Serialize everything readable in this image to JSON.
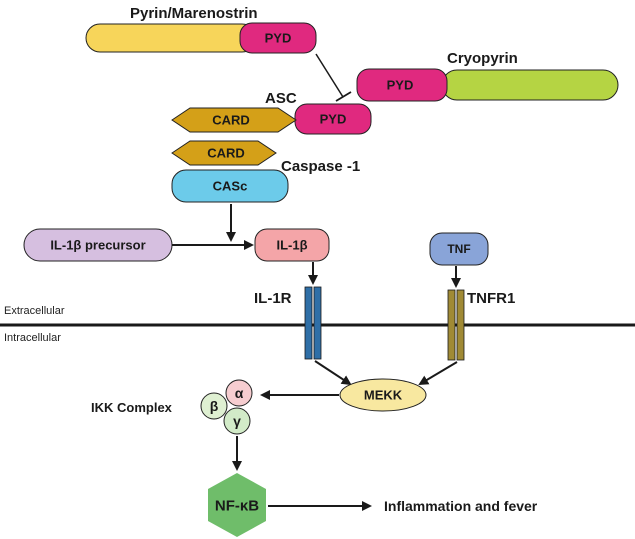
{
  "labels": {
    "pyrin": "Pyrin/Marenostrin",
    "cryopyrin": "Cryopyrin",
    "asc": "ASC",
    "caspase1": "Caspase -1",
    "il1r": "IL-1R",
    "tnfr1": "TNFR1",
    "extracellular": "Extracellular",
    "intracellular": "Intracellular",
    "ikk": "IKK Complex",
    "outcome": "Inflammation and fever"
  },
  "nodes": {
    "pyd_pyrin": "PYD",
    "pyd_cryo": "PYD",
    "pyd_asc": "PYD",
    "card1": "CARD",
    "card2": "CARD",
    "casc": "CASc",
    "il1b_precursor": "IL-1β precursor",
    "il1b": "IL-1β",
    "tnf": "TNF",
    "mekk": "MEKK",
    "nfkb": "NF-κB",
    "alpha": "α",
    "beta": "β",
    "gamma": "γ"
  },
  "colors": {
    "yellow": "#f7d55a",
    "magenta": "#e0297f",
    "green": "#b5d443",
    "card": "#d4a018",
    "casc": "#6ccbea",
    "precursor": "#d6bfe0",
    "il1b": "#f4a5a8",
    "tnf": "#89a4d8",
    "mekk": "#f8e8a0",
    "nfkb": "#6fbd6a",
    "il1r_bar": "#2f6fa7",
    "tnfr1_bar": "#a08a35",
    "alpha": "#f6cdd0",
    "beta": "#dff0d2",
    "gamma": "#d2ebc8"
  }
}
